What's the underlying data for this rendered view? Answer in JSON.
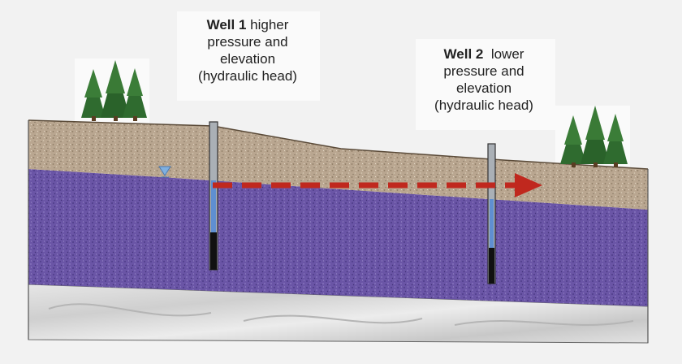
{
  "wells": [
    {
      "name": "Well 1",
      "line1_rest": "higher",
      "line2": "pressure and",
      "line3": "elevation",
      "line4": "(hydraulic head)"
    },
    {
      "name": "Well 2",
      "line1_rest": "lower",
      "line2": "pressure and",
      "line3": "elevation",
      "line4": "(hydraulic head)"
    }
  ],
  "colors": {
    "background": "#f2f2f2",
    "soil": "#b8a58e",
    "aquifer": "#6a55a6",
    "bedrock": "#dcdcdc",
    "flow_arrow": "#c0281e",
    "tree": "#2f6b2f",
    "well_casing": "#9aa0a6",
    "water_column": "#5f8fd1",
    "well_bottom": "#1a1a1a"
  },
  "icons": [
    "tree-icon",
    "water-table-marker-icon"
  ]
}
